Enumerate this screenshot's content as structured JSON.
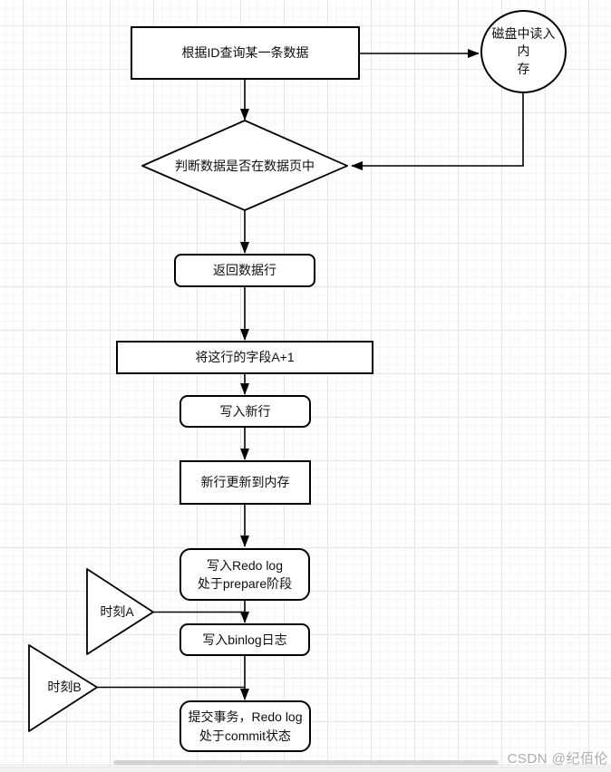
{
  "diagram": {
    "nodes": {
      "query_by_id": {
        "label": "根据ID查询某一条数据"
      },
      "disk_read": {
        "lines": [
          "磁盘中读入内",
          "存"
        ]
      },
      "check_in_page": {
        "label": "判断数据是否在数据页中"
      },
      "return_row": {
        "label": "返回数据行"
      },
      "field_plus_one": {
        "label": "将这行的字段A+1"
      },
      "write_new_row": {
        "label": "写入新行"
      },
      "update_memory": {
        "label": "新行更新到内存"
      },
      "redo_prepare": {
        "lines": [
          "写入Redo log",
          "处于prepare阶段"
        ]
      },
      "moment_a": {
        "label": "时刻A"
      },
      "write_binlog": {
        "label": "写入binlog日志"
      },
      "moment_b": {
        "label": "时刻B"
      },
      "commit": {
        "lines": [
          "提交事务，Redo log",
          "处于commit状态"
        ]
      }
    },
    "colors": {
      "stroke": "#000000",
      "grid_major": "#e6e6e6",
      "grid_minor": "#f6f5f5",
      "watermark": "#aaadb2"
    }
  },
  "footer": {
    "watermark": "CSDN @纪佰伦"
  }
}
